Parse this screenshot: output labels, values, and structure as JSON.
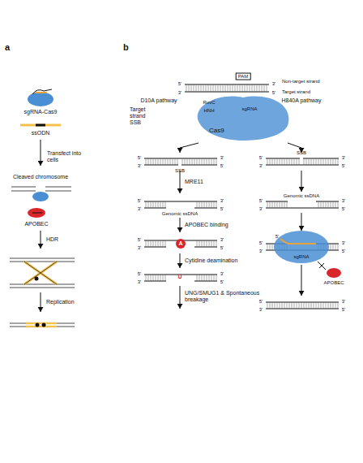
{
  "diagram": {
    "nodes": [
      {
        "text": [
          "Cas9"
        ]
      }
    ],
    "labels": [
      "a",
      "sgRNA-Cas9",
      "ssODN",
      "Transfect into cells",
      "Cleaved chromosome",
      "APOBEC",
      "HDR",
      "Replication",
      "b",
      "RuvC",
      "PAM",
      "Non-target strand",
      "Target strand",
      "HNH",
      "sgRNA",
      "D10A pathway",
      "H840A pathway",
      "Target strand SSB",
      "SSB",
      "SSB",
      "MRE11",
      "Genomic ssDNA",
      "Genomic ssDNA",
      "APOBEC binding",
      "A",
      "Cytidine deamination",
      "U",
      "UNG/SMUG1 & Spontaneous breakage",
      "sgRNA",
      "APOBEC",
      "5'",
      "3'",
      "3'",
      "5'",
      "5'",
      "3'",
      "3'",
      "5'",
      "5'",
      "3'",
      "3'",
      "5'",
      "5'",
      "3'",
      "3'",
      "5'",
      "5'",
      "3'",
      "3'",
      "5'",
      "5'",
      "3'",
      "3'",
      "5'",
      "5'",
      "3'",
      "3'",
      "5'",
      "5'",
      "3'",
      "3'",
      "5'",
      "5'",
      "3'",
      "3'",
      "5'",
      "5'"
    ]
  }
}
